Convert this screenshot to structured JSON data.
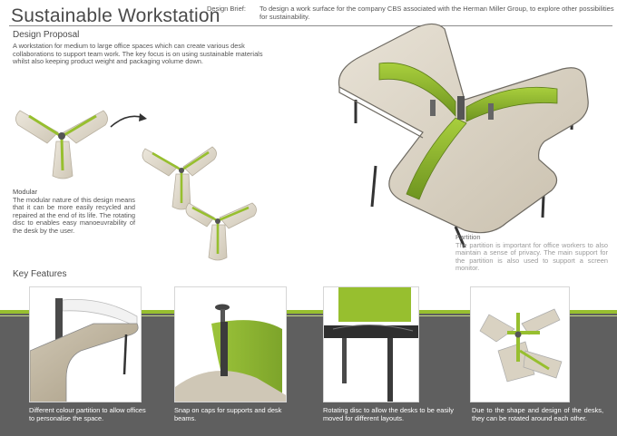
{
  "header": {
    "title": "Sustainable Workstation",
    "brief_label": "Design Brief:",
    "brief_text": "To design a work surface for the company CBS associated with the Herman Miller Group, to explore other possibilities for sustainability."
  },
  "proposal": {
    "heading": "Design Proposal",
    "text": "A workstation for medium to large office spaces which can create various desk collaborations to support team work. The key focus is on using sustainable materials whilst also keeping product weight and packaging volume down."
  },
  "modular": {
    "heading": "Modular",
    "text": "The modular nature of this design means that it can be more easily recycled and repaired at the end of its life. The rotating disc to enables easy manoeuvrability of the desk by the user."
  },
  "partition": {
    "heading": "Partition",
    "text": "The partition is important for office workers to also maintain a sense of privacy. The main support for the partition is also used to support a screen monitor."
  },
  "features": {
    "heading": "Key Features",
    "items": [
      {
        "caption": "Different colour partition to allow offices to personalise the space."
      },
      {
        "caption": "Snap on caps for supports and desk beams."
      },
      {
        "caption": "Rotating disc to allow the desks to be easily moved for different layouts."
      },
      {
        "caption": "Due to the shape and design of the desks, they can be rotated around each other."
      }
    ]
  },
  "colors": {
    "accent_green": "#97bf2f",
    "band_grey": "#5f5f5f",
    "wood": "#d9d2c2"
  }
}
